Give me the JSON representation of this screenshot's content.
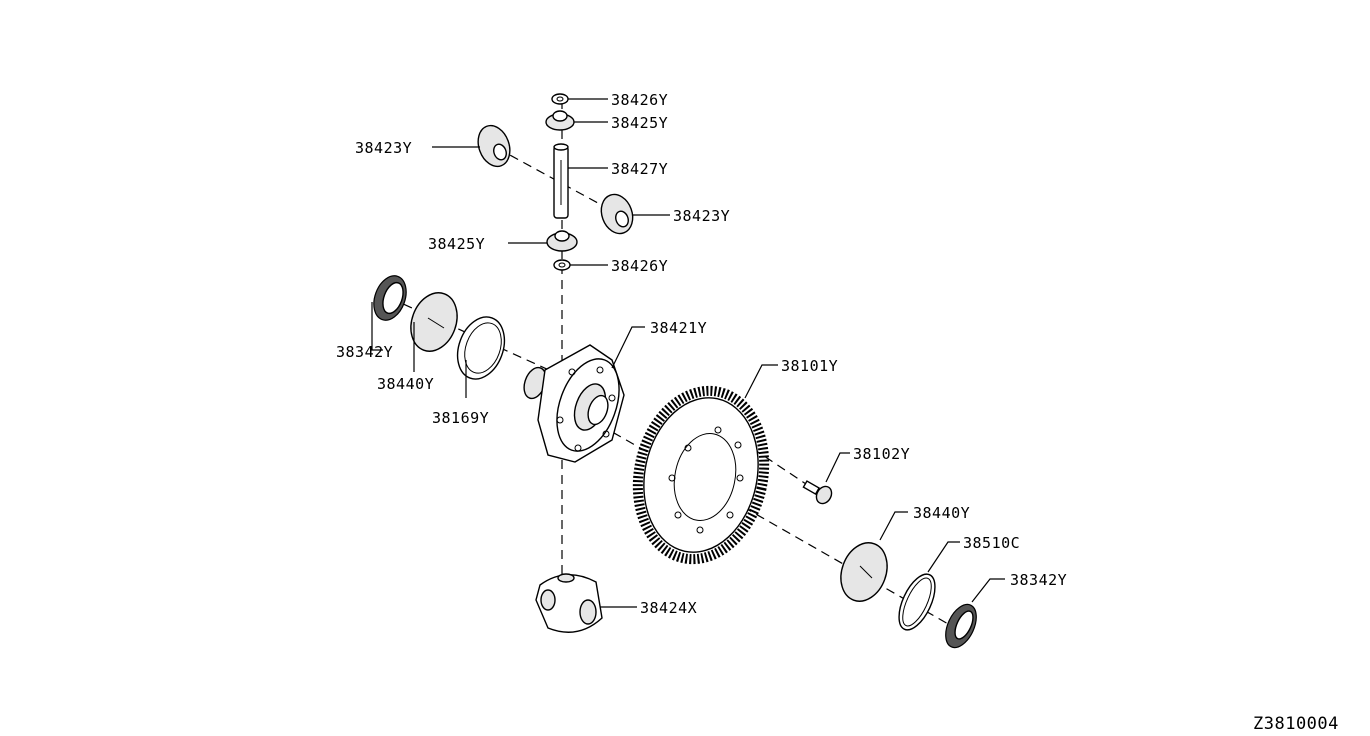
{
  "labels": {
    "washer_top": "38426Y",
    "pinion_washer_top": "38425Y",
    "side_gear_left": "38423Y",
    "pinion_shaft": "38427Y",
    "side_gear_right": "38423Y",
    "pinion_washer_bottom": "38425Y",
    "washer_bottom": "38426Y",
    "diff_case": "38421Y",
    "oil_seal_left": "38342Y",
    "shim_left": "38440Y",
    "bearing_left": "38169Y",
    "final_gear": "38101Y",
    "bolt": "38102Y",
    "shim_right": "38440Y",
    "bearing_right": "38510C",
    "oil_seal_right": "38342Y",
    "pinion_mate": "38424X"
  },
  "diagram_code": "Z3810004"
}
